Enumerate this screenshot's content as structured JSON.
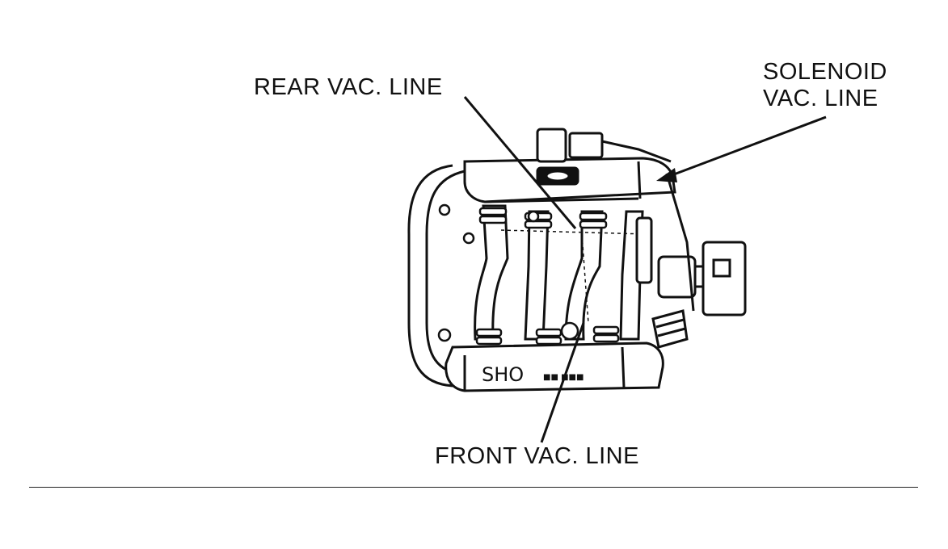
{
  "labels": {
    "rear_vac_line": "REAR VAC. LINE",
    "solenoid_vac_line_1": "SOLENOID",
    "solenoid_vac_line_2": "VAC. LINE",
    "front_vac_line": "FRONT VAC. LINE"
  },
  "manifold": {
    "stamp_text": "SHO"
  },
  "colors": {
    "ink": "#111111",
    "paper": "#ffffff"
  }
}
